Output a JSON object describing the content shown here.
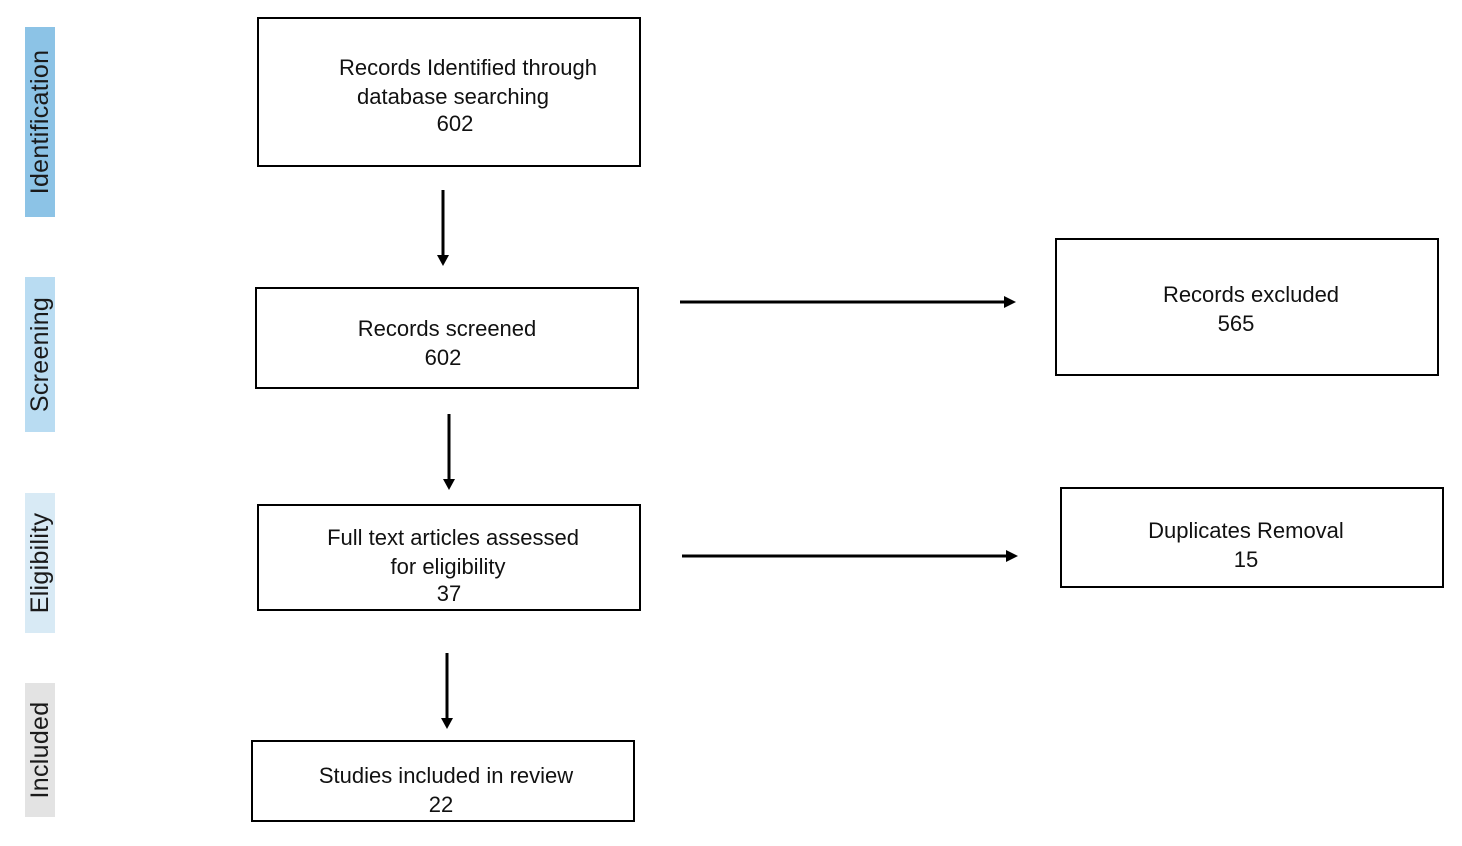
{
  "stages": {
    "identification": {
      "label": "Identification",
      "color": "#8cc3e6"
    },
    "screening": {
      "label": "Screening",
      "color": "#b9dcf2"
    },
    "eligibility": {
      "label": "Eligibility",
      "color": "#d8eaf5"
    },
    "included": {
      "label": "Included",
      "color": "#e3e3e3"
    }
  },
  "boxes": {
    "identified": {
      "line1": "Records Identified through",
      "line2": "database searching",
      "count": "602"
    },
    "screened": {
      "line1": "Records screened",
      "count": "602"
    },
    "excluded": {
      "line1": "Records excluded",
      "count": "565"
    },
    "fulltext": {
      "line1": "Full text articles assessed",
      "line2": "for eligibility",
      "count": "37"
    },
    "duplicates": {
      "line1": "Duplicates Removal",
      "count": "15"
    },
    "included": {
      "line1": "Studies included in review",
      "count": "22"
    }
  }
}
